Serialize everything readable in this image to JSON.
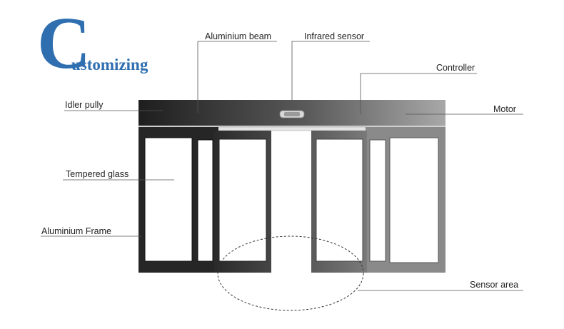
{
  "logo": {
    "initial": "C",
    "rest": "ustomizing"
  },
  "labels": {
    "aluminium_beam": "Aluminium beam",
    "infrared_sensor": "Infrared sensor",
    "controller": "Controller",
    "idler_pully": "Idler pully",
    "motor": "Motor",
    "tempered_glass": "Tempered glass",
    "aluminium_frame": "Aluminium Frame",
    "sensor_area": "Sensor area"
  },
  "colors": {
    "logo": "#2f6fb0",
    "frame_dark": "#2a2a2a",
    "frame_light": "#9a9a9a",
    "sensor_ellipse": "#333333"
  }
}
